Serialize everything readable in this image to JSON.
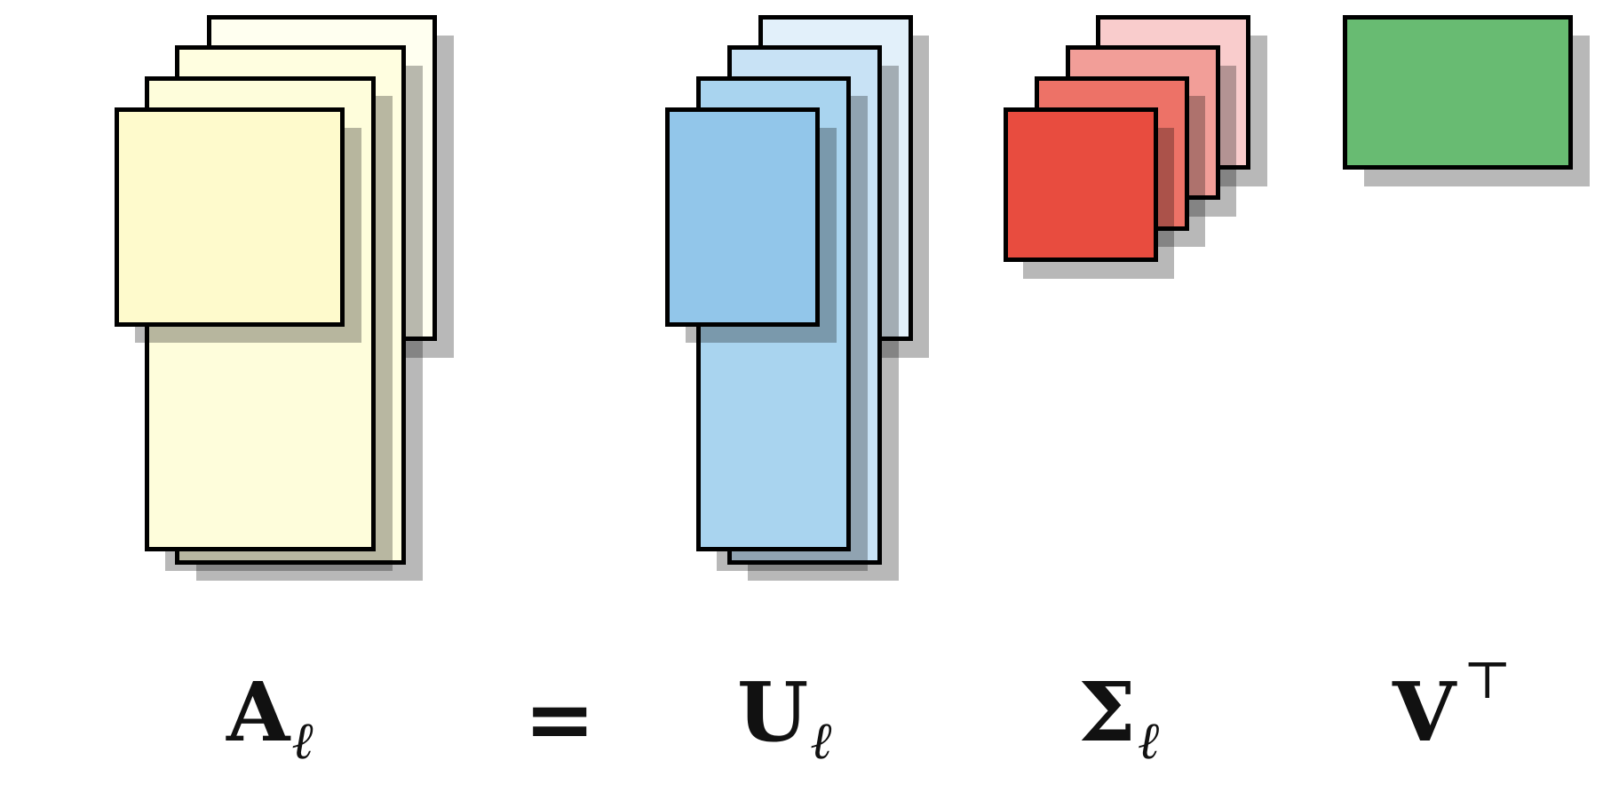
{
  "equation": {
    "lhs": {
      "symbol": "A",
      "subscript": "ℓ"
    },
    "equals": "=",
    "u_term": {
      "symbol": "U",
      "subscript": "ℓ"
    },
    "sigma_term": {
      "symbol": "Σ",
      "subscript": "ℓ"
    },
    "v_term": {
      "symbol": "V",
      "superscript": "⊤"
    }
  },
  "colors": {
    "a_stack": [
      "#FFFFF0",
      "#FFFEE0",
      "#FEFDDB",
      "#FEFACC"
    ],
    "u_stack": [
      "#E2F0FA",
      "#C8E2F5",
      "#A9D4EF",
      "#92C6EA"
    ],
    "sigma_stack": [
      "#F9CCCC",
      "#F29E98",
      "#ED7267",
      "#E84C3F"
    ],
    "v_block": "#68BB72",
    "outline": "#000000",
    "shadow": "#000000"
  }
}
